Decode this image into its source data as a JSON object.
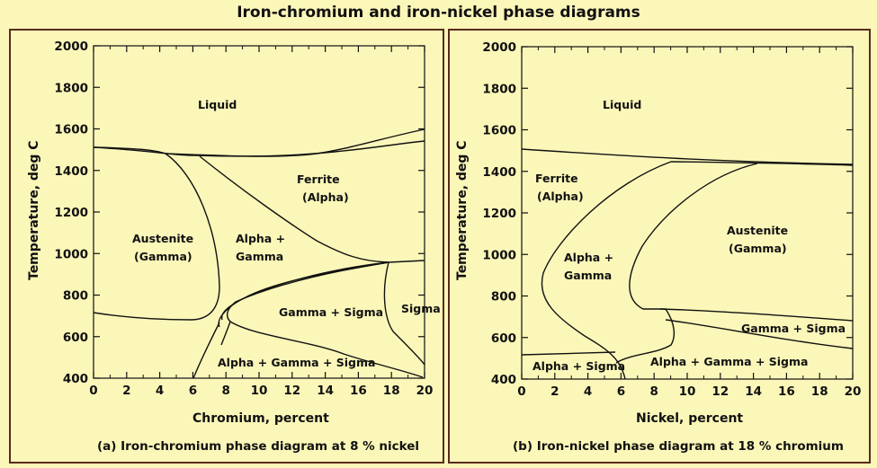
{
  "title": "Iron-chromium and iron-nickel phase diagrams",
  "diagrams": [
    {
      "id": "a",
      "x_label": "Chromium, percent",
      "y_label": "Temperature, deg C",
      "x_ticks": [
        "0",
        "2",
        "4",
        "6",
        "8",
        "10",
        "12",
        "14",
        "16",
        "18",
        "20"
      ],
      "y_ticks": [
        "400",
        "600",
        "800",
        "1000",
        "1200",
        "1400",
        "1600",
        "1800",
        "2000"
      ],
      "caption": "(a) Iron-chromium phase diagram at 8 % nickel",
      "regions": {
        "liquid": "Liquid",
        "ferrite_1": "Ferrite",
        "ferrite_2": "(Alpha)",
        "austenite_1": "Austenite",
        "austenite_2": "(Gamma)",
        "alpha_gamma_1": "Alpha +",
        "alpha_gamma_2": "Gamma",
        "gamma_sigma": "Gamma + Sigma",
        "sigma": "Sigma",
        "alpha_gamma_sigma": "Alpha + Gamma + Sigma"
      }
    },
    {
      "id": "b",
      "x_label": "Nickel, percent",
      "y_label": "Temperature, deg C",
      "x_ticks": [
        "0",
        "2",
        "4",
        "6",
        "8",
        "10",
        "12",
        "14",
        "16",
        "18",
        "20"
      ],
      "y_ticks": [
        "400",
        "600",
        "800",
        "1000",
        "1200",
        "1400",
        "1600",
        "1800",
        "2000"
      ],
      "caption": "(b) Iron-nickel phase diagram at 18 % chromium",
      "regions": {
        "liquid": "Liquid",
        "ferrite_1": "Ferrite",
        "ferrite_2": "(Alpha)",
        "austenite_1": "Austenite",
        "austenite_2": "(Gamma)",
        "alpha_gamma_1": "Alpha +",
        "alpha_gamma_2": "Gamma",
        "gamma_sigma": "Gamma + Sigma",
        "alpha_sigma": "Alpha + Sigma",
        "alpha_gamma_sigma": "Alpha + Gamma + Sigma"
      }
    }
  ]
}
